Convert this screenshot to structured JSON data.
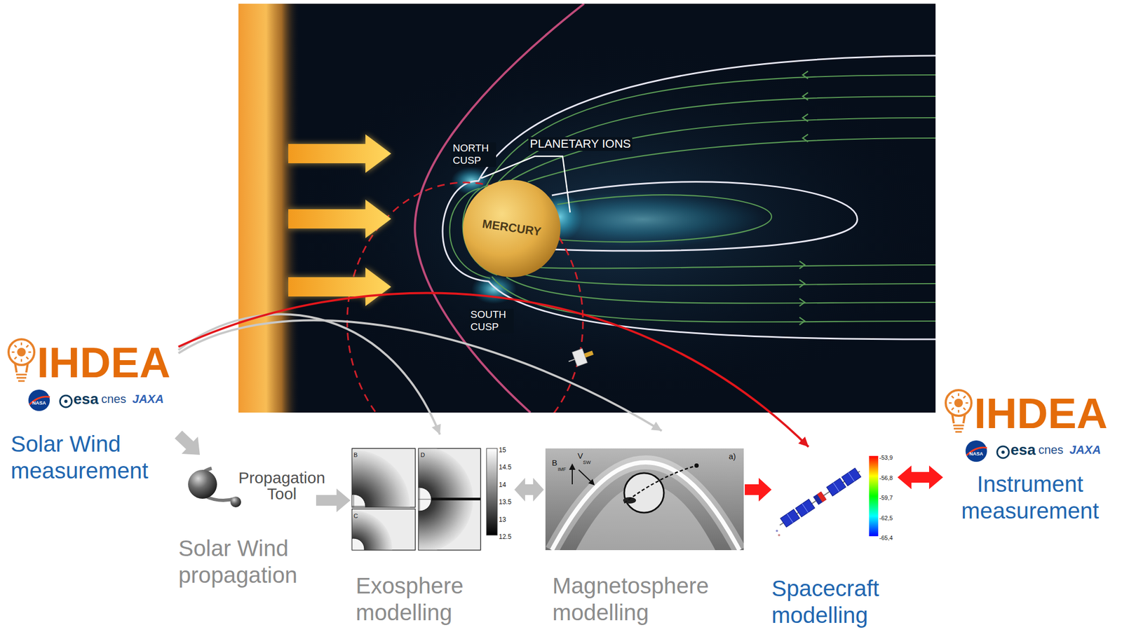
{
  "diagram": {
    "nodes": [
      {
        "text": [
          "Solar Wind measurement"
        ]
      },
      {
        "text": [
          "Solar Wind propagation"
        ]
      },
      {
        "text": [
          "Exosphere modelling"
        ]
      },
      {
        "text": [
          "Magnetosphere modelling"
        ]
      },
      {
        "text": [
          "Spacecraft modelling"
        ]
      },
      {
        "text": [
          "Instrument measurement"
        ]
      }
    ],
    "edges": [
      {
        "from": 0,
        "to": 1,
        "arrow": "to"
      },
      {
        "from": 1,
        "to": 2,
        "arrow": "to"
      },
      {
        "from": 2,
        "to": 3,
        "arrow": "both"
      },
      {
        "from": 3,
        "to": 4,
        "arrow": "to"
      },
      {
        "from": 4,
        "to": 5,
        "arrow": "both"
      },
      {
        "from": 0,
        "to": 2,
        "arrow": "to"
      },
      {
        "from": 0,
        "to": 3,
        "arrow": "to"
      },
      {
        "from": 0,
        "to": 4,
        "arrow": "to"
      }
    ],
    "labels": [
      "NORTH CUSP",
      "PLANETARY IONS",
      "MERCURY",
      "SOUTH CUSP",
      "IHDEA",
      "NASA",
      "esa",
      "cnes",
      "JAXA",
      "Propagation Tool",
      "B",
      "D",
      "C",
      "15",
      "14.5",
      "14",
      "13.5",
      "13",
      "12.5",
      "B",
      "IMF",
      "V",
      "SW",
      "a)",
      "-53,9",
      "-56,8",
      "-59,7",
      "-62,5",
      "-65,4",
      "IHDEA",
      "NASA",
      "esa",
      "cnes",
      "JAXA"
    ]
  }
}
